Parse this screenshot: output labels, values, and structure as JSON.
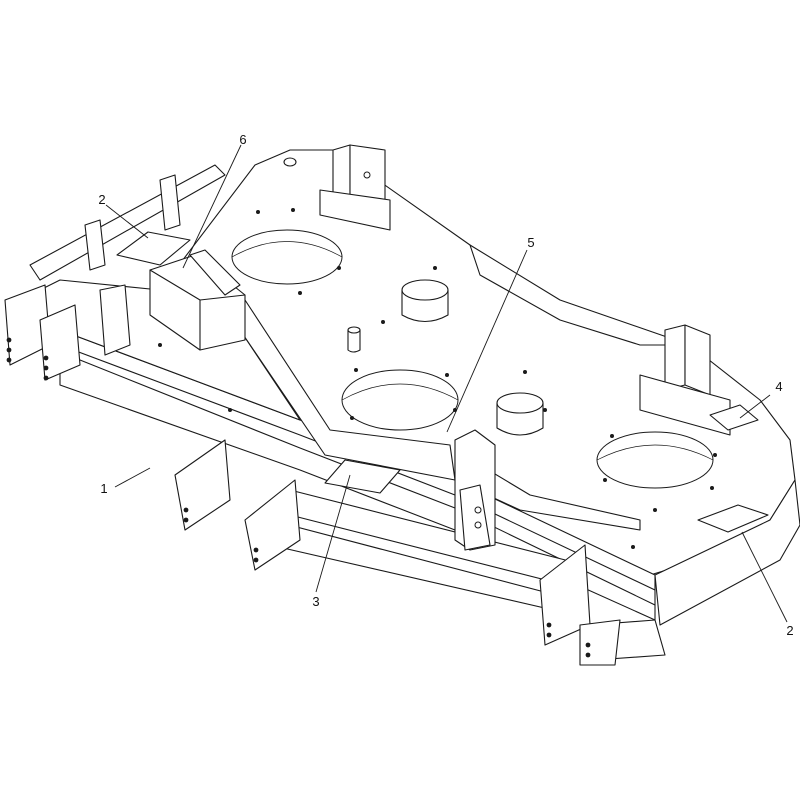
{
  "callouts": [
    {
      "id": "1",
      "label": "1"
    },
    {
      "id": "2a",
      "label": "2"
    },
    {
      "id": "2b",
      "label": "2"
    },
    {
      "id": "3",
      "label": "3"
    },
    {
      "id": "4",
      "label": "4"
    },
    {
      "id": "5",
      "label": "5"
    },
    {
      "id": "6",
      "label": "6"
    }
  ]
}
